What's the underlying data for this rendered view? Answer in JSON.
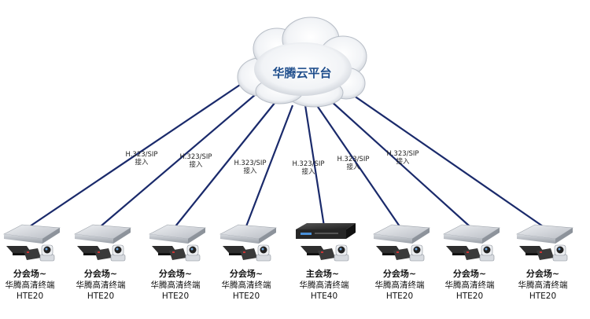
{
  "cloud": {
    "label": "华腾云平台"
  },
  "colors": {
    "link": "#1a2a6b",
    "cloud_text": "#1f4e8c",
    "terminal_silver": "#c9ccd1",
    "terminal_black": "#2b2b2b"
  },
  "protocol": {
    "line1": "H.323/SIP",
    "line2": "接入"
  },
  "protocol_labels_shown": [
    0,
    1,
    2,
    4,
    5,
    6
  ],
  "sites": [
    {
      "title": "分会场~",
      "subtitle": "华腾高清终端",
      "model": "HTE20",
      "main": false
    },
    {
      "title": "分会场~",
      "subtitle": "华腾高清终端",
      "model": "HTE20",
      "main": false
    },
    {
      "title": "分会场~",
      "subtitle": "华腾高清终端",
      "model": "HTE20",
      "main": false
    },
    {
      "title": "分会场~",
      "subtitle": "华腾高清终端",
      "model": "HTE20",
      "main": false
    },
    {
      "title": "主会场~",
      "subtitle": "华腾高清终端",
      "model": "HTE40",
      "main": true
    },
    {
      "title": "分会场~",
      "subtitle": "华腾高清终端",
      "model": "HTE20",
      "main": false
    },
    {
      "title": "分会场~",
      "subtitle": "华腾高清终端",
      "model": "HTE20",
      "main": false
    },
    {
      "title": "分会场~",
      "subtitle": "华腾高清终端",
      "model": "HTE20",
      "main": false
    }
  ]
}
